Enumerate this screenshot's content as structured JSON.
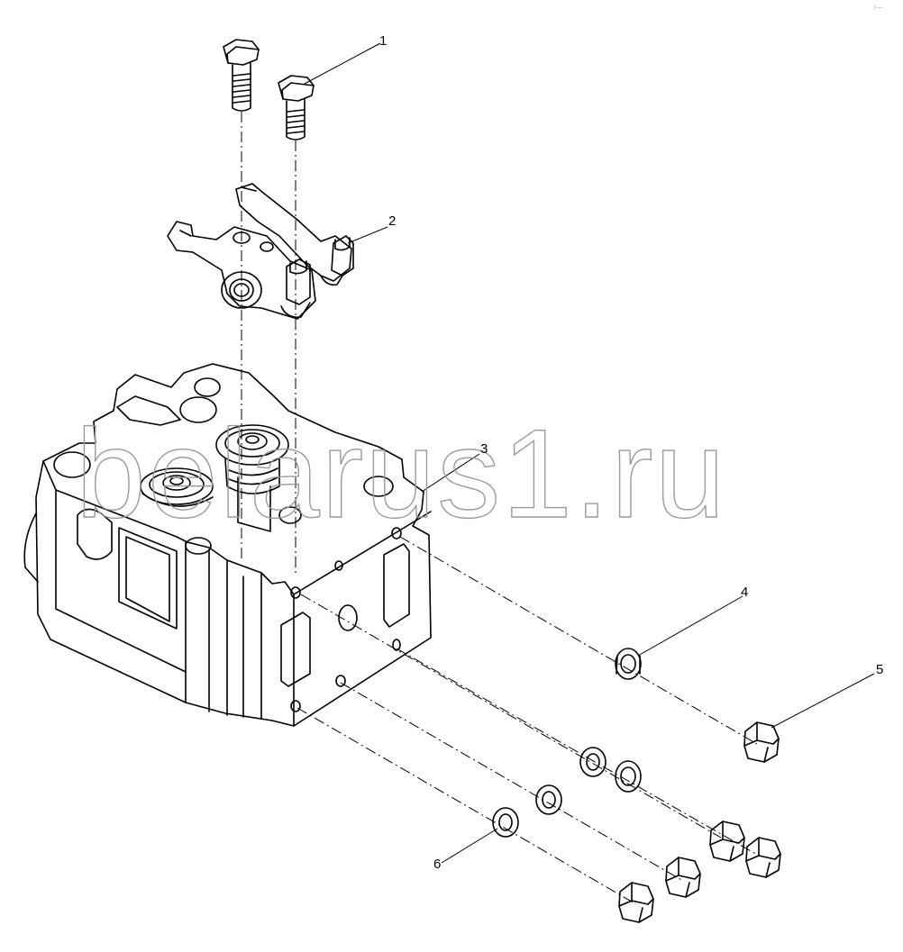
{
  "watermark": "belarus1.ru",
  "corner_mark": "r—",
  "callouts": [
    {
      "id": "1",
      "label": "1"
    },
    {
      "id": "2",
      "label": "2"
    },
    {
      "id": "3",
      "label": "3"
    },
    {
      "id": "4",
      "label": "4"
    },
    {
      "id": "5",
      "label": "5"
    },
    {
      "id": "6",
      "label": "6"
    }
  ]
}
